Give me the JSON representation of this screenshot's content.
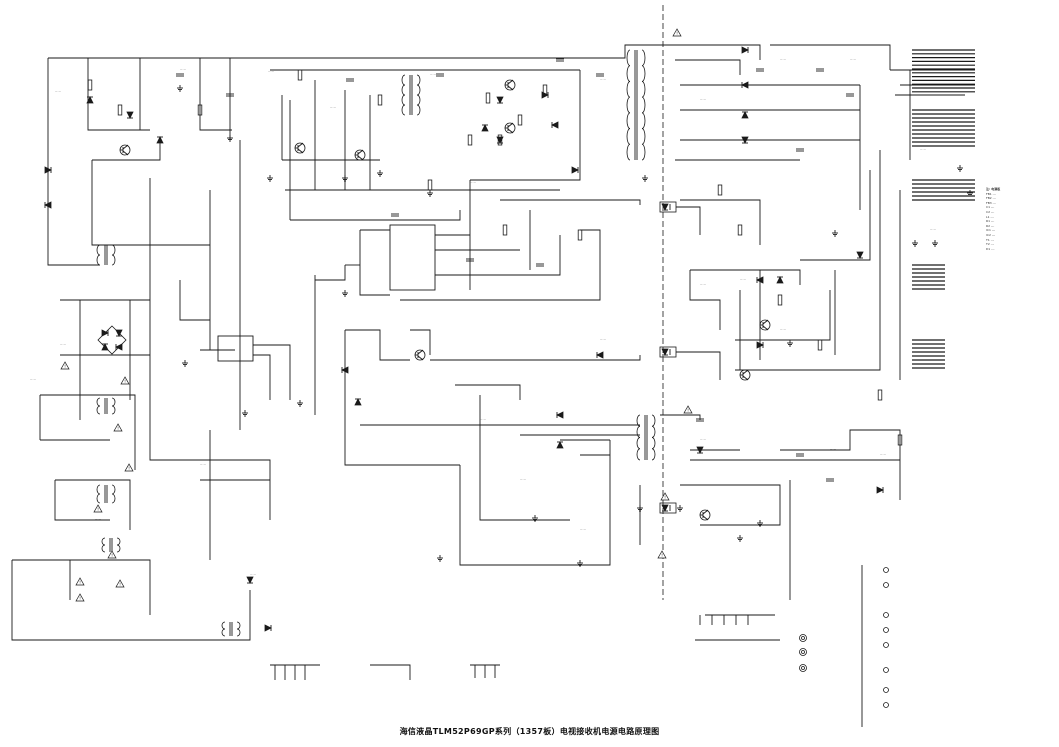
{
  "diagram": {
    "title": "海信液晶TLM52P69GP系列（1357板）电视接收机电源电路原理图",
    "legend_heading": "注: 电源板",
    "legend_lines": [
      "FB1 ---",
      "FB2 ---",
      "FB3 ---",
      "C1 ---",
      "C2 ---",
      "L1 ---",
      "R1 ---",
      "R2 ---",
      "IC1 ---",
      "IC2 ---",
      "T1 ---",
      "T2 ---",
      "D1 ---"
    ]
  }
}
